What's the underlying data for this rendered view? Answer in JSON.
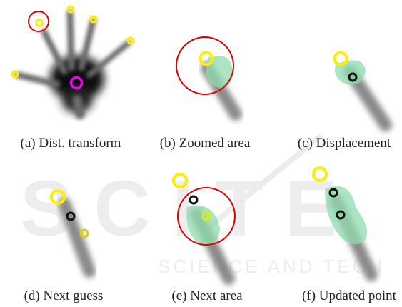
{
  "figure": {
    "panels": [
      {
        "id": "a",
        "caption": "(a) Dist. transform"
      },
      {
        "id": "b",
        "caption": "(b) Zoomed area"
      },
      {
        "id": "c",
        "caption": "(c) Displacement"
      },
      {
        "id": "d",
        "caption": "(d) Next guess"
      },
      {
        "id": "e",
        "caption": "(e) Next area"
      },
      {
        "id": "f",
        "caption": "(f) Updated point"
      }
    ],
    "colors": {
      "fingertip_marker": "#ffee00",
      "palm_center_marker": "#ee00ee",
      "search_area_circle": "#dd0000",
      "guess_marker": "#111111",
      "displacement_region": "#7fd4a0",
      "hand_shadow": "#555555",
      "watermark": "#e4e4e4"
    },
    "watermark": {
      "logo_text": "SCITE",
      "tagline": "SCIENCE AND TECH"
    }
  }
}
